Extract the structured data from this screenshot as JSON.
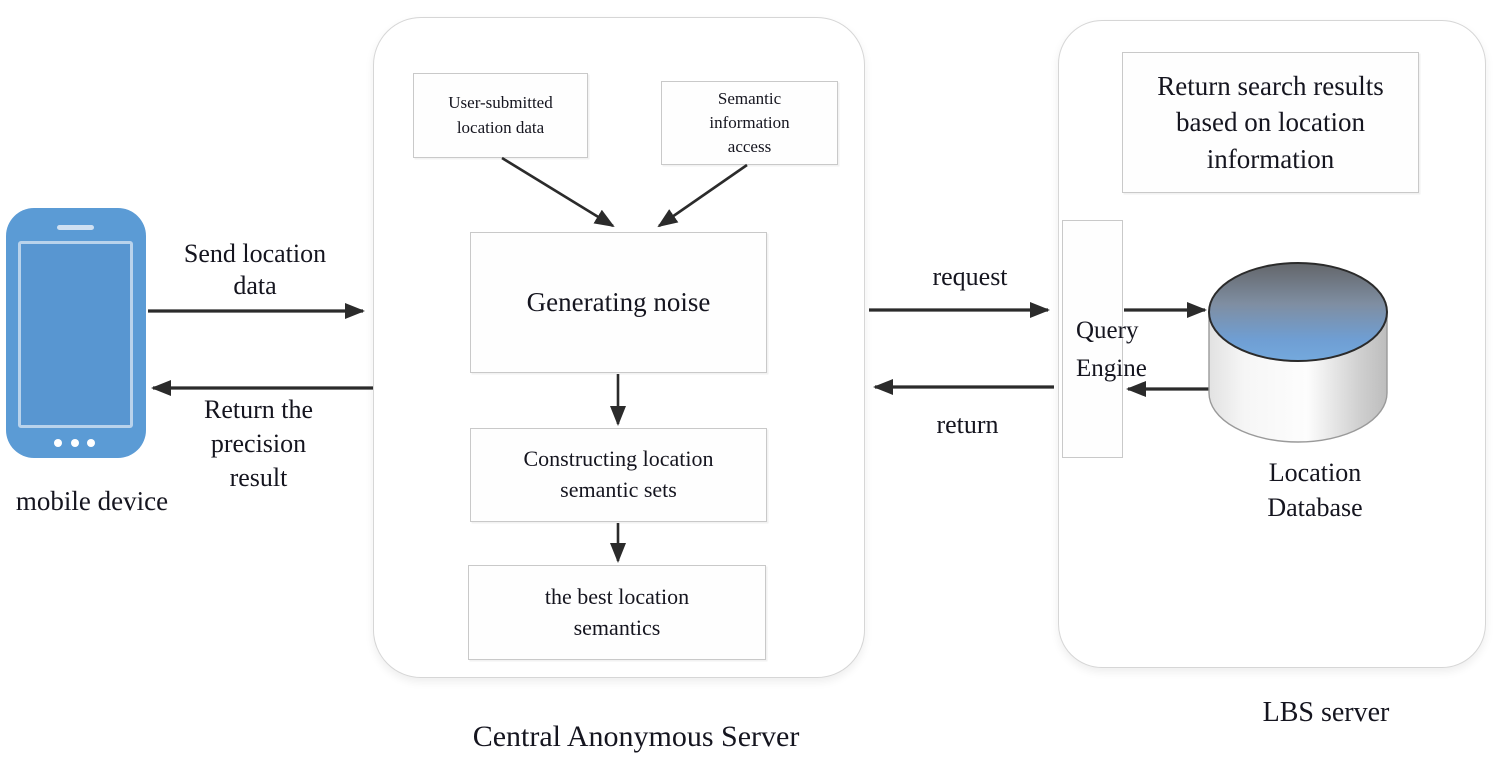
{
  "colors": {
    "phone-blue": "#5b9bd5",
    "phone-screen-border": "#b9d3ec",
    "phone-screen": "#5896d1",
    "cylinder-blue": "#6fa8dc",
    "text-dark": "#15151f",
    "arrow-dark": "#2b2b2b",
    "box-border": "#c9c9c9"
  },
  "mobile": {
    "label": "mobile device"
  },
  "arrows": {
    "send_label": "Send location data",
    "return_label": "Return the precision result",
    "request_label": "request",
    "return_lbs_label": "return"
  },
  "central_server": {
    "title": "Central Anonymous Server",
    "user_submitted_box": "User-submitted location data",
    "semantic_access_box": "Semantic information access",
    "generating_noise_box": "Generating noise",
    "constructing_box": "Constructing location semantic sets",
    "best_semantics_box": "the best location semantics"
  },
  "lbs_server": {
    "title": "LBS server",
    "return_results_box": "Return search results based on location information",
    "query_engine": "Query Engine",
    "database_label": "Location Database"
  }
}
